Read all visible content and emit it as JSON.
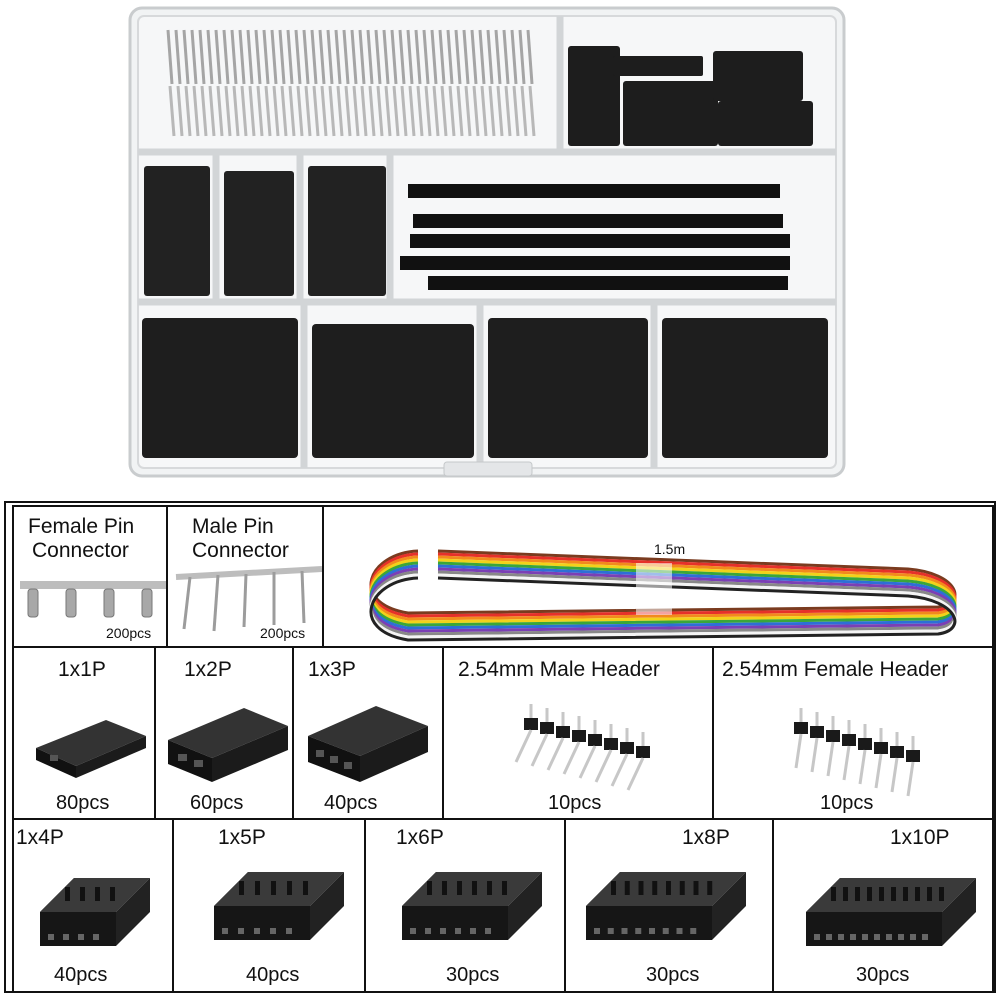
{
  "top": {
    "female_pin": {
      "title_line1": "Female Pin",
      "title_line2": "Connector",
      "count": "200pcs"
    },
    "male_pin": {
      "title_line1": "Male Pin",
      "title_line2": "Connector",
      "count": "200pcs"
    },
    "ribbon_cable": {
      "length": "1.5m"
    }
  },
  "middle": [
    {
      "label": "1x1P",
      "count": "80pcs"
    },
    {
      "label": "1x2P",
      "count": "60pcs"
    },
    {
      "label": "1x3P",
      "count": "40pcs"
    },
    {
      "label": "2.54mm Male Header",
      "count": "10pcs"
    },
    {
      "label": "2.54mm Female Header",
      "count": "10pcs"
    }
  ],
  "bottom": [
    {
      "label": "1x4P",
      "count": "40pcs"
    },
    {
      "label": "1x5P",
      "count": "40pcs"
    },
    {
      "label": "1x6P",
      "count": "30pcs"
    },
    {
      "label": "1x8P",
      "count": "30pcs"
    },
    {
      "label": "1x10P",
      "count": "30pcs"
    }
  ],
  "colors": {
    "housing": "#1c1c1c",
    "metal": "#b9b9b9",
    "ribbon": [
      "#7a3b1f",
      "#e6312a",
      "#f28a1d",
      "#f2d21a",
      "#3aa63a",
      "#2d6fd6",
      "#7b3fb5",
      "#888888",
      "#f4f4f4",
      "#222222"
    ]
  }
}
